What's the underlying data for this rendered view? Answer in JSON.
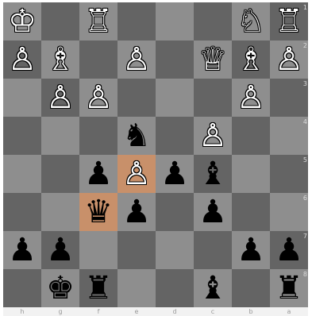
{
  "board": {
    "files": [
      "h",
      "g",
      "f",
      "e",
      "d",
      "c",
      "b",
      "a"
    ],
    "ranks": [
      "1",
      "2",
      "3",
      "4",
      "5",
      "6",
      "7",
      "8"
    ],
    "highlighted_squares": [
      "e5",
      "f6"
    ],
    "rows": [
      [
        "wK",
        "",
        "wR",
        "",
        "",
        "",
        "wN",
        "wR"
      ],
      [
        "wP",
        "wB",
        "",
        "wP",
        "",
        "wQ",
        "wB",
        "wP"
      ],
      [
        "",
        "wP",
        "wP",
        "",
        "",
        "",
        "wP",
        ""
      ],
      [
        "",
        "",
        "",
        "bN",
        "",
        "wP",
        "",
        ""
      ],
      [
        "",
        "",
        "bP",
        "wP",
        "bP",
        "bB",
        "",
        ""
      ],
      [
        "",
        "",
        "bQ",
        "bP",
        "",
        "bP",
        "",
        ""
      ],
      [
        "bP",
        "bP",
        "",
        "",
        "",
        "",
        "bP",
        "bP"
      ],
      [
        "",
        "bK",
        "bR",
        "",
        "",
        "bB",
        "",
        "bR"
      ]
    ]
  },
  "glyphs": {
    "wK": "♔",
    "wQ": "♕",
    "wR": "♖",
    "wB": "♗",
    "wN": "♘",
    "wP": "♙",
    "bK": "♚",
    "bQ": "♛",
    "bR": "♜",
    "bB": "♝",
    "bN": "♞",
    "bP": "♟"
  },
  "piece_names": {
    "K": "king",
    "Q": "queen",
    "R": "rook",
    "B": "bishop",
    "N": "knight",
    "P": "pawn"
  },
  "colors": {
    "light_square": "#8e8e8e",
    "dark_square": "#646464",
    "highlight": "#c8906a"
  }
}
